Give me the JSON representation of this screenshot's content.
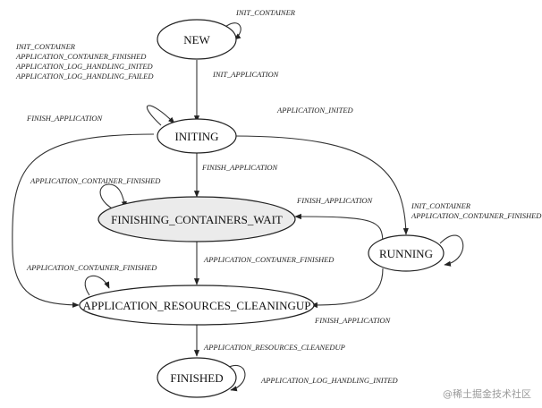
{
  "states": {
    "new": "NEW",
    "initing": "INITING",
    "finishing_containers_wait": "FINISHING_CONTAINERS_WAIT",
    "running": "RUNNING",
    "application_resources_cleaningup": "APPLICATION_RESOURCES_CLEANINGUP",
    "finished": "FINISHED"
  },
  "edges": {
    "new_self": "INIT_CONTAINER",
    "new_to_initing_loop": [
      "INIT_CONTAINER",
      "APPLICATION_CONTAINER_FINISHED",
      "APPLICATION_LOG_HANDLING_INITED",
      "APPLICATION_LOG_HANDLING_FAILED"
    ],
    "new_to_initing": "INIT_APPLICATION",
    "initing_self": "FINISH_APPLICATION",
    "initing_to_running": "APPLICATION_INITED",
    "initing_to_finishing": "FINISH_APPLICATION",
    "finishing_self": "APPLICATION_CONTAINER_FINISHED",
    "running_to_finishing": "FINISH_APPLICATION",
    "running_self": [
      "INIT_CONTAINER",
      "APPLICATION_CONTAINER_FINISHED"
    ],
    "finishing_to_cleaningup": "APPLICATION_CONTAINER_FINISHED",
    "cleaningup_self": "APPLICATION_CONTAINER_FINISHED",
    "running_to_cleaningup": "FINISH_APPLICATION",
    "cleaningup_to_finished": "APPLICATION_RESOURCES_CLEANEDUP",
    "finished_self": "APPLICATION_LOG_HANDLING_INITED"
  },
  "watermark": "@稀土掘金技术社区"
}
